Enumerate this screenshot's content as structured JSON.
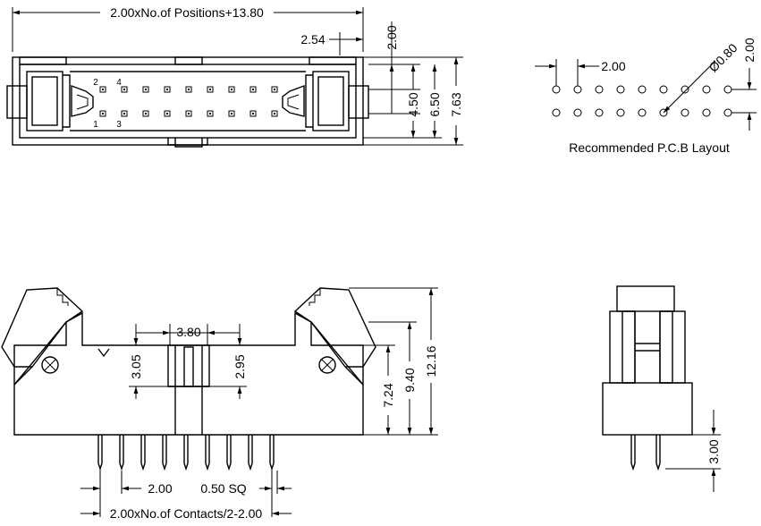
{
  "top_view": {
    "overall_length": "2.00xNo.of Positions+13.80",
    "offset": "2.54",
    "pitch": "2.00",
    "inner_height": "4.50",
    "body_height": "6.50",
    "overall_height": "7.63",
    "pin_labels": [
      "2",
      "4",
      "1",
      "3"
    ]
  },
  "pcb_layout": {
    "pitch_h": "2.00",
    "hole_diameter": "Ø0.80",
    "pitch_v": "2.00",
    "caption": "Recommended P.C.B Layout"
  },
  "front_view": {
    "center_width": "3.80",
    "depth_left": "3.05",
    "depth_right": "2.95",
    "height_low": "7.24",
    "height_mid": "9.40",
    "height_total": "12.16",
    "pin_pitch": "2.00",
    "pin_size": "0.50 SQ",
    "pin_span": "2.00xNo.of Contacts/2-2.00"
  },
  "side_view": {
    "tail_length": "3.00"
  }
}
